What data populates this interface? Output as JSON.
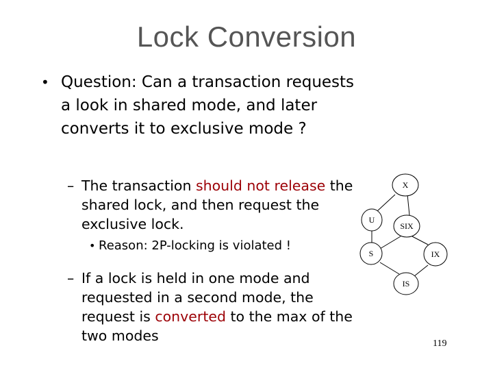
{
  "slide": {
    "title": "Lock Conversion",
    "bullet1": {
      "marker": "•",
      "text": "Question:  Can a transaction requests a look in shared mode, and later converts it to exclusive mode ?"
    },
    "sub1": {
      "marker": "–",
      "before": "The transaction ",
      "highlight": "should not release",
      "after": " the shared lock, and then request the exclusive lock."
    },
    "sub1_reason": {
      "marker": "•",
      "text": "Reason: 2P-locking is violated !"
    },
    "sub2": {
      "marker": "–",
      "before": "If a lock is held in one mode and requested in a second mode, the request is ",
      "highlight": "converted",
      "after": " to the max of the two modes"
    },
    "page_number": "119"
  },
  "diagram": {
    "nodes": [
      {
        "id": "X",
        "label": "X"
      },
      {
        "id": "U",
        "label": "U"
      },
      {
        "id": "SIX",
        "label": "SIX"
      },
      {
        "id": "S",
        "label": "S"
      },
      {
        "id": "IX",
        "label": "IX"
      },
      {
        "id": "IS",
        "label": "IS"
      }
    ],
    "edges": [
      [
        "X",
        "U"
      ],
      [
        "X",
        "SIX"
      ],
      [
        "U",
        "S"
      ],
      [
        "SIX",
        "S"
      ],
      [
        "SIX",
        "IX"
      ],
      [
        "S",
        "IS"
      ],
      [
        "IX",
        "IS"
      ]
    ]
  },
  "colors": {
    "highlight": "#9c0006",
    "title": "#555555",
    "edge": "#000000"
  }
}
